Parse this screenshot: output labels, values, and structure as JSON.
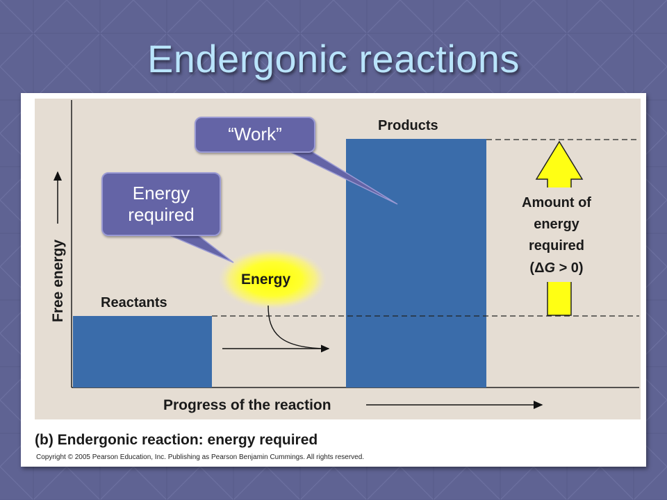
{
  "slide": {
    "title": "Endergonic reactions"
  },
  "diagram": {
    "y_axis_label": "Free energy",
    "x_axis_label": "Progress of the reaction",
    "reactants_label": "Reactants",
    "products_label": "Products",
    "energy_label": "Energy",
    "amount_lines": [
      "Amount of",
      "energy",
      "required"
    ],
    "delta_g": {
      "open": "(",
      "delta": "Δ",
      "g": "G",
      "rest": " > 0)"
    },
    "caption": "(b) Endergonic reaction: energy required",
    "copyright": "Copyright © 2005 Pearson Education, Inc. Publishing as Pearson Benjamin Cummings. All rights reserved."
  },
  "callouts": {
    "work": "“Work”",
    "energy_required": "Energy required"
  },
  "colors": {
    "background": "#5f6393",
    "title_text": "#b9e4fb",
    "plot_background": "#e5ddd3",
    "bar_blue": "#3a6caa",
    "arrow_yellow": "#ffff14",
    "callout_fill": "#6464a6"
  }
}
